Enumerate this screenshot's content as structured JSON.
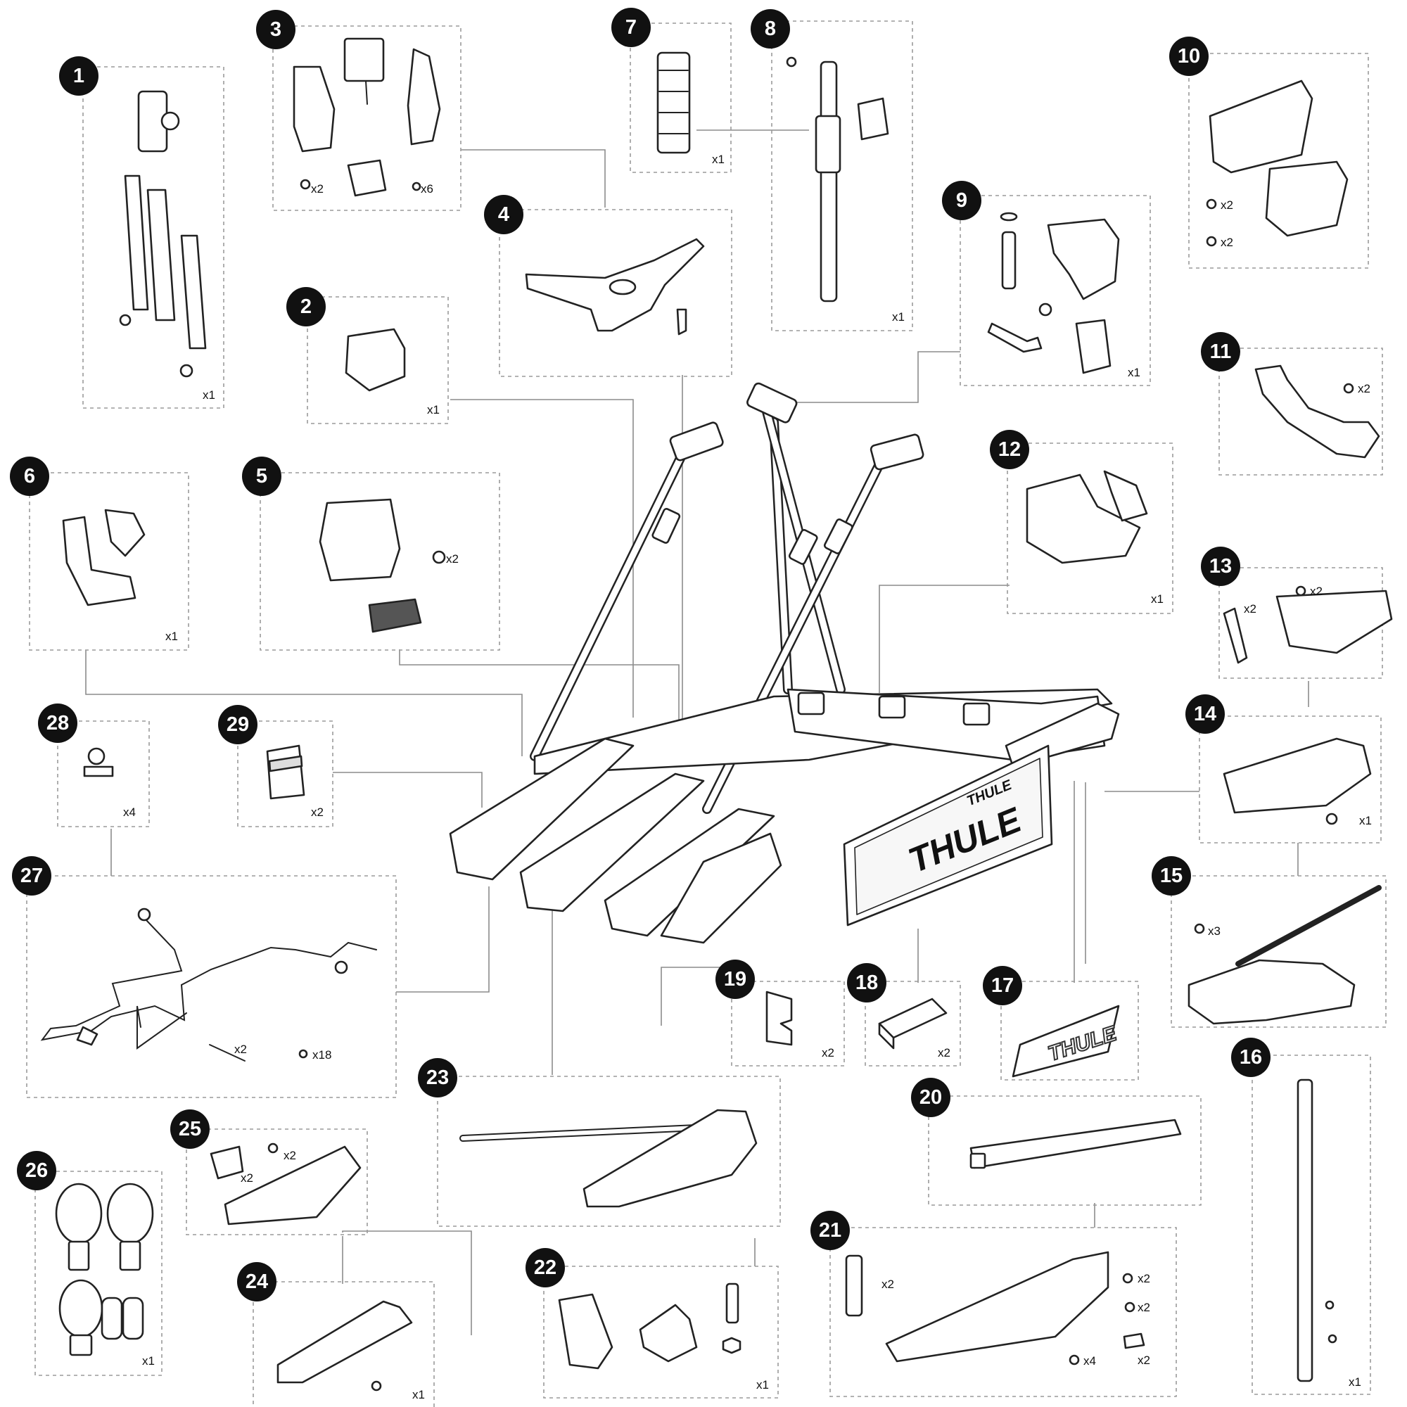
{
  "diagram": {
    "brand_logo": "THULE",
    "parts": [
      {
        "number": "1",
        "quantities": [
          "x1"
        ]
      },
      {
        "number": "2",
        "quantities": [
          "x1"
        ]
      },
      {
        "number": "3",
        "quantities": [
          "x2",
          "x6"
        ]
      },
      {
        "number": "4",
        "quantities": []
      },
      {
        "number": "5",
        "quantities": [
          "x2"
        ]
      },
      {
        "number": "6",
        "quantities": [
          "x1"
        ]
      },
      {
        "number": "7",
        "quantities": [
          "x1"
        ]
      },
      {
        "number": "8",
        "quantities": [
          "x1"
        ]
      },
      {
        "number": "9",
        "quantities": [
          "x1"
        ]
      },
      {
        "number": "10",
        "quantities": [
          "x2",
          "x2"
        ]
      },
      {
        "number": "11",
        "quantities": [
          "x2"
        ]
      },
      {
        "number": "12",
        "quantities": [
          "x1"
        ]
      },
      {
        "number": "13",
        "quantities": [
          "x2",
          "x2"
        ]
      },
      {
        "number": "14",
        "quantities": [
          "x1"
        ]
      },
      {
        "number": "15",
        "quantities": [
          "x3"
        ]
      },
      {
        "number": "16",
        "quantities": [
          "x1"
        ]
      },
      {
        "number": "17",
        "quantities": []
      },
      {
        "number": "18",
        "quantities": [
          "x2"
        ]
      },
      {
        "number": "19",
        "quantities": [
          "x2"
        ]
      },
      {
        "number": "20",
        "quantities": []
      },
      {
        "number": "21",
        "quantities": [
          "x2",
          "x2",
          "x2",
          "x2",
          "x4"
        ]
      },
      {
        "number": "22",
        "quantities": [
          "x1"
        ]
      },
      {
        "number": "23",
        "quantities": []
      },
      {
        "number": "24",
        "quantities": [
          "x1"
        ]
      },
      {
        "number": "25",
        "quantities": [
          "x2",
          "x2"
        ]
      },
      {
        "number": "26",
        "quantities": [
          "x1"
        ]
      },
      {
        "number": "27",
        "quantities": [
          "x2",
          "x18"
        ]
      },
      {
        "number": "28",
        "quantities": [
          "x4"
        ]
      },
      {
        "number": "29",
        "quantities": [
          "x2"
        ]
      }
    ]
  }
}
